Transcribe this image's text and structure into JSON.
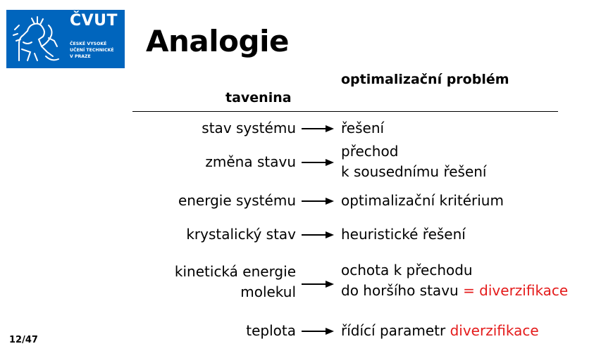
{
  "logo": {
    "name": "ČVUT",
    "subtitle": "ČESKÉ VYSOKÉ\nUČENÍ TECHNICKÉ\nV PRAZE"
  },
  "title": "Analogie",
  "header": {
    "left": "tavenina",
    "right": "optimalizační problém"
  },
  "rows": [
    {
      "left": [
        "stav systému"
      ],
      "right": [
        "řešení"
      ]
    },
    {
      "left": [
        "změna stavu"
      ],
      "right": [
        "přechod",
        "k sousednímu řešení"
      ]
    },
    {
      "left": [
        "energie systému"
      ],
      "right": [
        "optimalizační kritérium"
      ]
    },
    {
      "left": [
        "krystalický stav"
      ],
      "right": [
        "heuristické řešení"
      ]
    },
    {
      "left": [
        "kinetická energie",
        "molekul"
      ],
      "right": [
        "ochota k přechodu",
        "do horšího stavu "
      ],
      "right_highlight": "= diverzifikace"
    },
    {
      "left": [
        "teplota"
      ],
      "right": [
        "řídící parametr "
      ],
      "right_highlight": "diverzifikace"
    }
  ],
  "page_number": "12/47",
  "colors": {
    "logo_blue": "#0065bd",
    "highlight": "#e41b1b"
  }
}
